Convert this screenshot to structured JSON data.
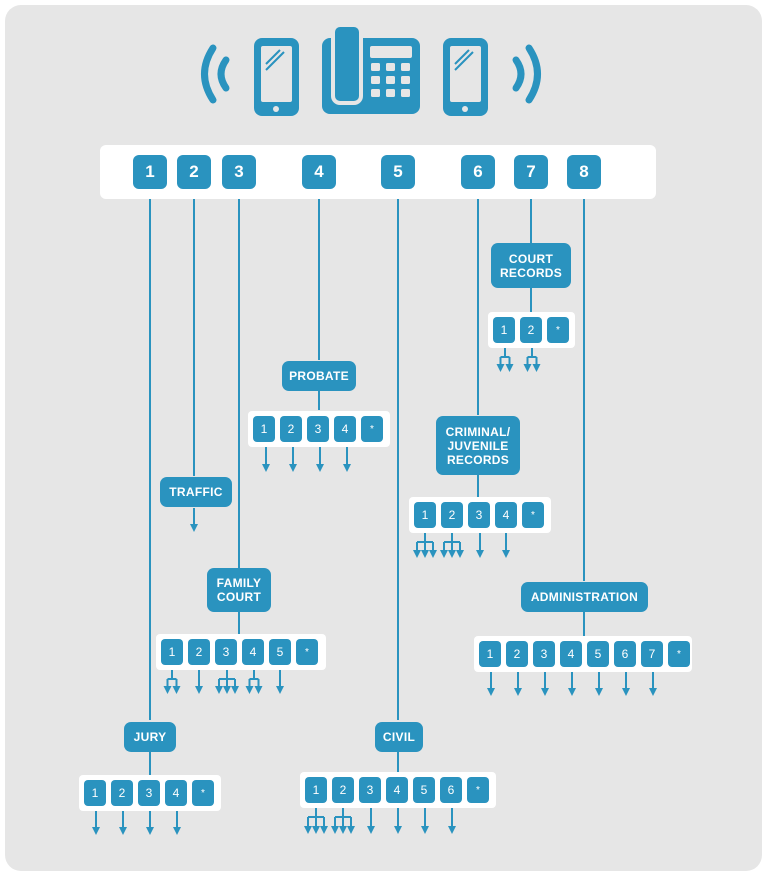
{
  "icons": [
    "signal-waves-left",
    "mobile-phone",
    "desk-phone",
    "mobile-phone",
    "signal-waves-right"
  ],
  "colors": {
    "accent": "#2a93bf",
    "background": "#e6e6e6",
    "panel_white": "#ffffff"
  },
  "menu_keys": [
    "1",
    "2",
    "3",
    "4",
    "5",
    "6",
    "7",
    "8"
  ],
  "departments": {
    "jury": {
      "label": "JURY",
      "keys": [
        "1",
        "2",
        "3",
        "4",
        "*"
      ]
    },
    "traffic": {
      "label": "TRAFFIC"
    },
    "family_court": {
      "label": "FAMILY\nCOURT",
      "keys": [
        "1",
        "2",
        "3",
        "4",
        "5",
        "*"
      ]
    },
    "probate": {
      "label": "PROBATE",
      "keys": [
        "1",
        "2",
        "3",
        "4",
        "*"
      ]
    },
    "civil": {
      "label": "CIVIL",
      "keys": [
        "1",
        "2",
        "3",
        "4",
        "5",
        "6",
        "*"
      ]
    },
    "criminal": {
      "label": "CRIMINAL/\nJUVENILE\nRECORDS",
      "keys": [
        "1",
        "2",
        "3",
        "4",
        "*"
      ]
    },
    "court_records": {
      "label": "COURT\nRECORDS",
      "keys": [
        "1",
        "2",
        "*"
      ]
    },
    "administration": {
      "label": "ADMINISTRATION",
      "keys": [
        "1",
        "2",
        "3",
        "4",
        "5",
        "6",
        "7",
        "*"
      ]
    }
  }
}
